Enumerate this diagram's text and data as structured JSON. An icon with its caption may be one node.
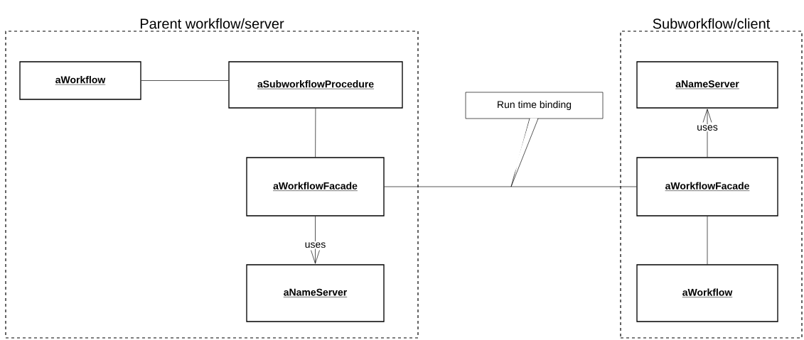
{
  "diagram": {
    "nodes": [
      {
        "text": [
          "Parent workflow/server"
        ]
      },
      {
        "text": [
          "aWorkflow"
        ],
        "in": 0
      },
      {
        "text": [
          "aSubworkflowProcedure"
        ],
        "in": 0
      },
      {
        "text": [
          "aWorkflowFacade"
        ],
        "in": 0
      },
      {
        "text": [
          "aNameServer"
        ],
        "in": 0
      },
      {
        "text": [
          "Subworkflow/client"
        ]
      },
      {
        "text": [
          "aNameServer"
        ],
        "in": 5
      },
      {
        "text": [
          "aWorkflowFacade"
        ],
        "in": 5
      },
      {
        "text": [
          "aWorkflow"
        ],
        "in": 5
      },
      {
        "text": [
          "Run time binding"
        ]
      }
    ],
    "edges": [
      {
        "from": 1,
        "to": 2,
        "arrow": "none"
      },
      {
        "from": 2,
        "to": 3,
        "arrow": "none"
      },
      {
        "from": 3,
        "to": 4,
        "arrow": "to",
        "label": "uses"
      },
      {
        "from": 3,
        "to": 7,
        "arrow": "none"
      },
      {
        "from": 7,
        "to": 6,
        "arrow": "to",
        "label": "uses"
      },
      {
        "from": 7,
        "to": 8,
        "arrow": "none"
      }
    ]
  }
}
